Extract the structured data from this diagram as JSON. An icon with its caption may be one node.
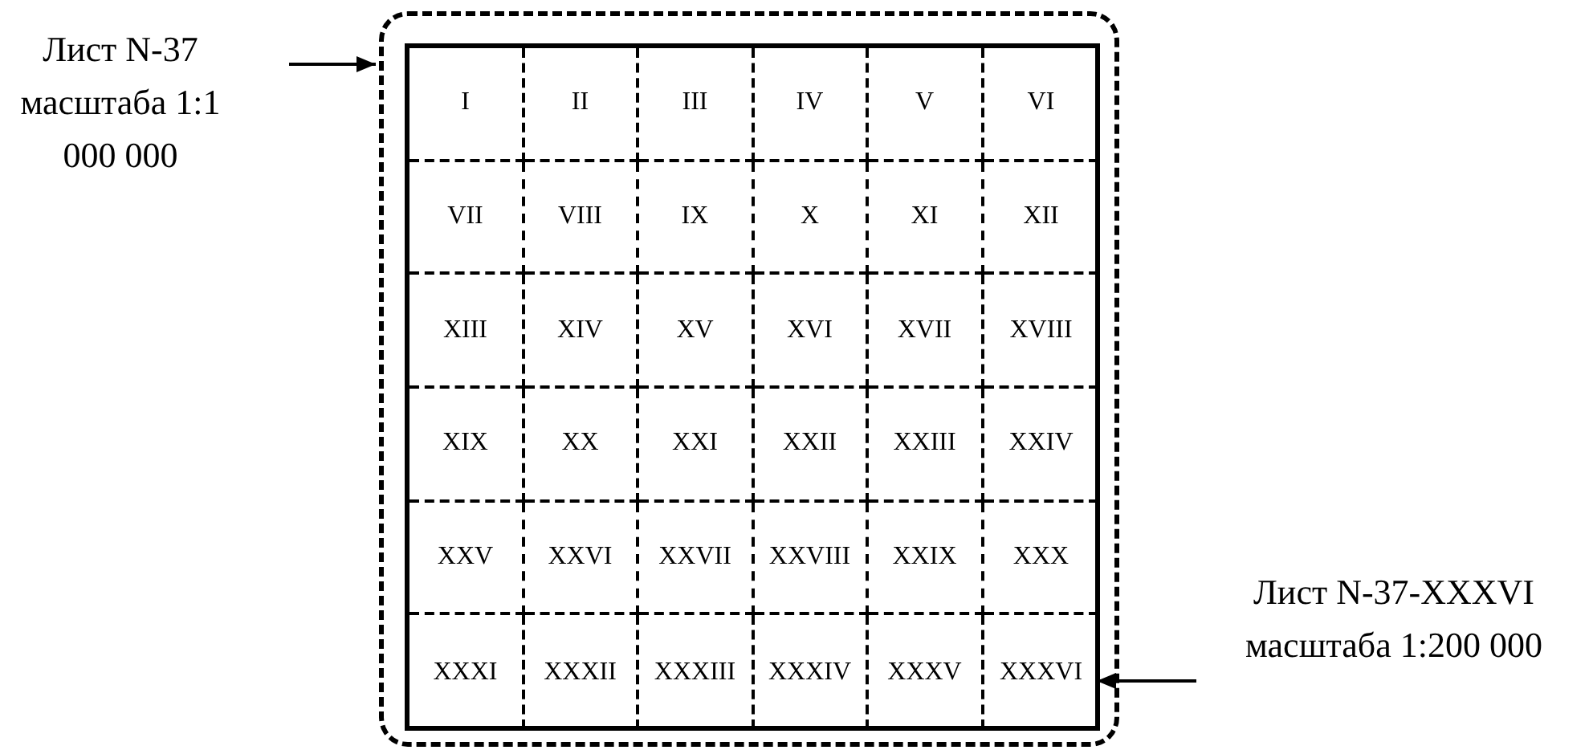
{
  "diagram": {
    "nodes": [
      {
        "text": [
          "Лист N-37 масштаба 1:1 000 000"
        ]
      },
      {
        "text": [],
        "shape": "box"
      },
      {
        "text": [
          "I"
        ],
        "in": 1
      },
      {
        "text": [
          "II"
        ],
        "in": 1
      },
      {
        "text": [
          "III"
        ],
        "in": 1
      },
      {
        "text": [
          "IV"
        ],
        "in": 1
      },
      {
        "text": [
          "V"
        ],
        "in": 1
      },
      {
        "text": [
          "VI"
        ],
        "in": 1
      },
      {
        "text": [
          "VII"
        ],
        "in": 1
      },
      {
        "text": [
          "VIII"
        ],
        "in": 1
      },
      {
        "text": [
          "IX"
        ],
        "in": 1
      },
      {
        "text": [
          "X"
        ],
        "in": 1
      },
      {
        "text": [
          "XI"
        ],
        "in": 1
      },
      {
        "text": [
          "XII"
        ],
        "in": 1
      },
      {
        "text": [
          "XIII"
        ],
        "in": 1
      },
      {
        "text": [
          "XIV"
        ],
        "in": 1
      },
      {
        "text": [
          "XV"
        ],
        "in": 1
      },
      {
        "text": [
          "XVI"
        ],
        "in": 1
      },
      {
        "text": [
          "XVII"
        ],
        "in": 1
      },
      {
        "text": [
          "XVIII"
        ],
        "in": 1
      },
      {
        "text": [
          "XIX"
        ],
        "in": 1
      },
      {
        "text": [
          "XX"
        ],
        "in": 1
      },
      {
        "text": [
          "XXI"
        ],
        "in": 1
      },
      {
        "text": [
          "XXII"
        ],
        "in": 1
      },
      {
        "text": [
          "XXIII"
        ],
        "in": 1
      },
      {
        "text": [
          "XXIV"
        ],
        "in": 1
      },
      {
        "text": [
          "XXV"
        ],
        "in": 1
      },
      {
        "text": [
          "XXVI"
        ],
        "in": 1
      },
      {
        "text": [
          "XXVII"
        ],
        "in": 1
      },
      {
        "text": [
          "XXVIII"
        ],
        "in": 1
      },
      {
        "text": [
          "XXIX"
        ],
        "in": 1
      },
      {
        "text": [
          "XXX"
        ],
        "in": 1
      },
      {
        "text": [
          "XXXI"
        ],
        "in": 1
      },
      {
        "text": [
          "XXXII"
        ],
        "in": 1
      },
      {
        "text": [
          "XXXIII"
        ],
        "in": 1
      },
      {
        "text": [
          "XXXIV"
        ],
        "in": 1
      },
      {
        "text": [
          "XXXV"
        ],
        "in": 1
      },
      {
        "text": [
          "XXXVI"
        ],
        "in": 1
      },
      {
        "text": [
          "Лист N-37-XXXVI масштаба 1:200 000"
        ]
      }
    ],
    "edges": [
      {
        "from": 0,
        "to": 1,
        "arrow": "to"
      },
      {
        "from": 38,
        "to": 37,
        "arrow": "to"
      }
    ]
  }
}
